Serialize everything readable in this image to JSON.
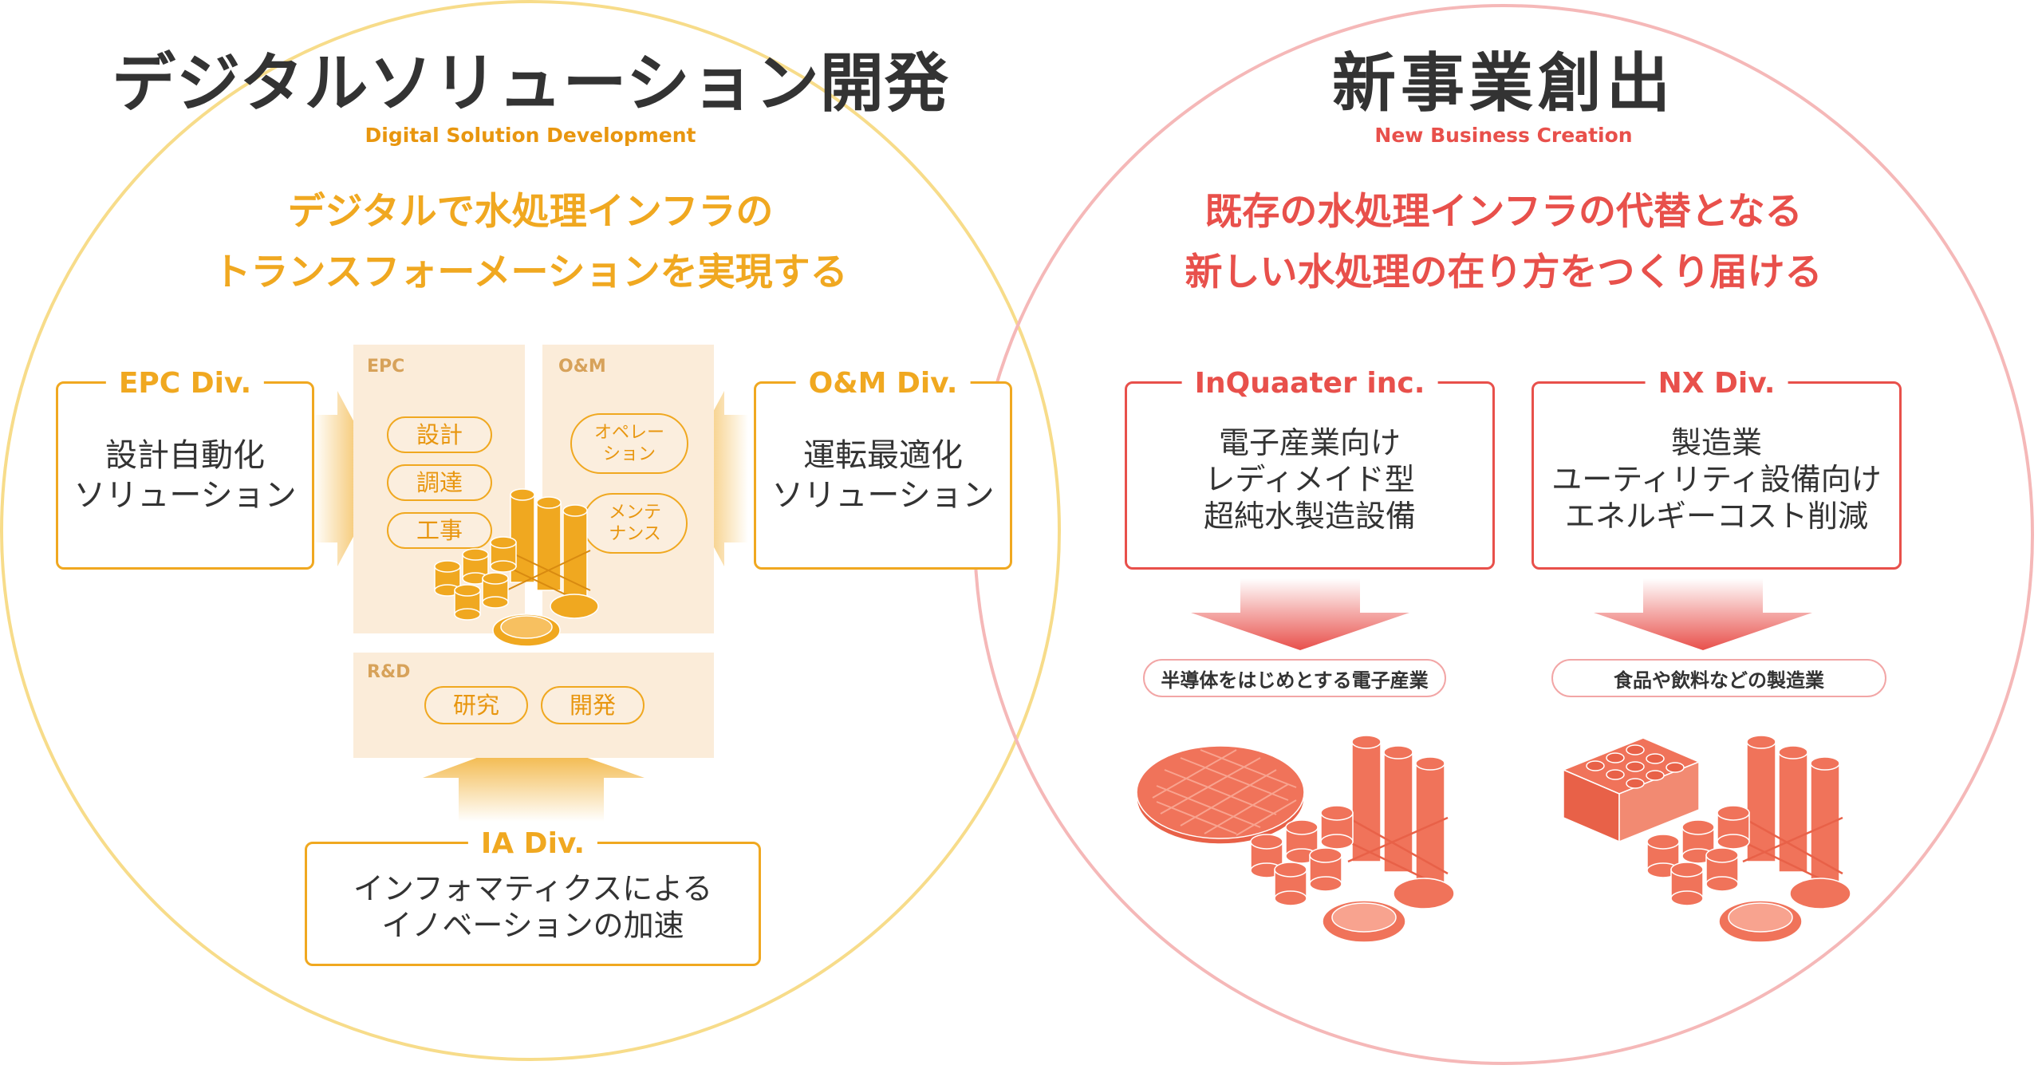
{
  "colors": {
    "orange": "#f0a820",
    "orange_text": "#e8960f",
    "red": "#e8504b",
    "pink_circle": "#f5b8b8",
    "panel_bg": "#fbecd9",
    "iso_red": "#f0735a"
  },
  "digital": {
    "title": "デジタルソリューション開発",
    "subtitle": "Digital Solution Development",
    "lead": [
      "デジタルで水処理インフラの",
      "トランスフォーメーションを実現する"
    ],
    "epc_div": {
      "title": "EPC Div.",
      "lines": [
        "設計自動化",
        "ソリューション"
      ]
    },
    "om_div": {
      "title": "O&M Div.",
      "lines": [
        "運転最適化",
        "ソリューション"
      ]
    },
    "ia_div": {
      "title": "IA Div.",
      "lines": [
        "インフォマティクスによる",
        "イノベーションの加速"
      ]
    },
    "panel_epc": {
      "label": "EPC",
      "pills": [
        "設計",
        "調達",
        "工事"
      ]
    },
    "panel_om": {
      "label": "O&M",
      "pills": [
        [
          "オペレー",
          "ション"
        ],
        [
          "メンテ",
          "ナンス"
        ]
      ]
    },
    "panel_rd": {
      "label": "R&D",
      "pills": [
        "研究",
        "開発"
      ]
    }
  },
  "newbiz": {
    "title": "新事業創出",
    "subtitle": "New Business Creation",
    "lead": [
      "既存の水処理インフラの代替となる",
      "新しい水処理の在り方をつくり届ける"
    ],
    "inquater": {
      "title": "InQuaater inc.",
      "lines": [
        "電子産業向け",
        "レディメイド型",
        "超純水製造設備"
      ],
      "tag": "半導体をはじめとする電子産業"
    },
    "nx": {
      "title": "NX Div.",
      "lines": [
        "製造業",
        "ユーティリティ設備向け",
        "エネルギーコスト削減"
      ],
      "tag": "食品や飲料などの製造業"
    }
  }
}
